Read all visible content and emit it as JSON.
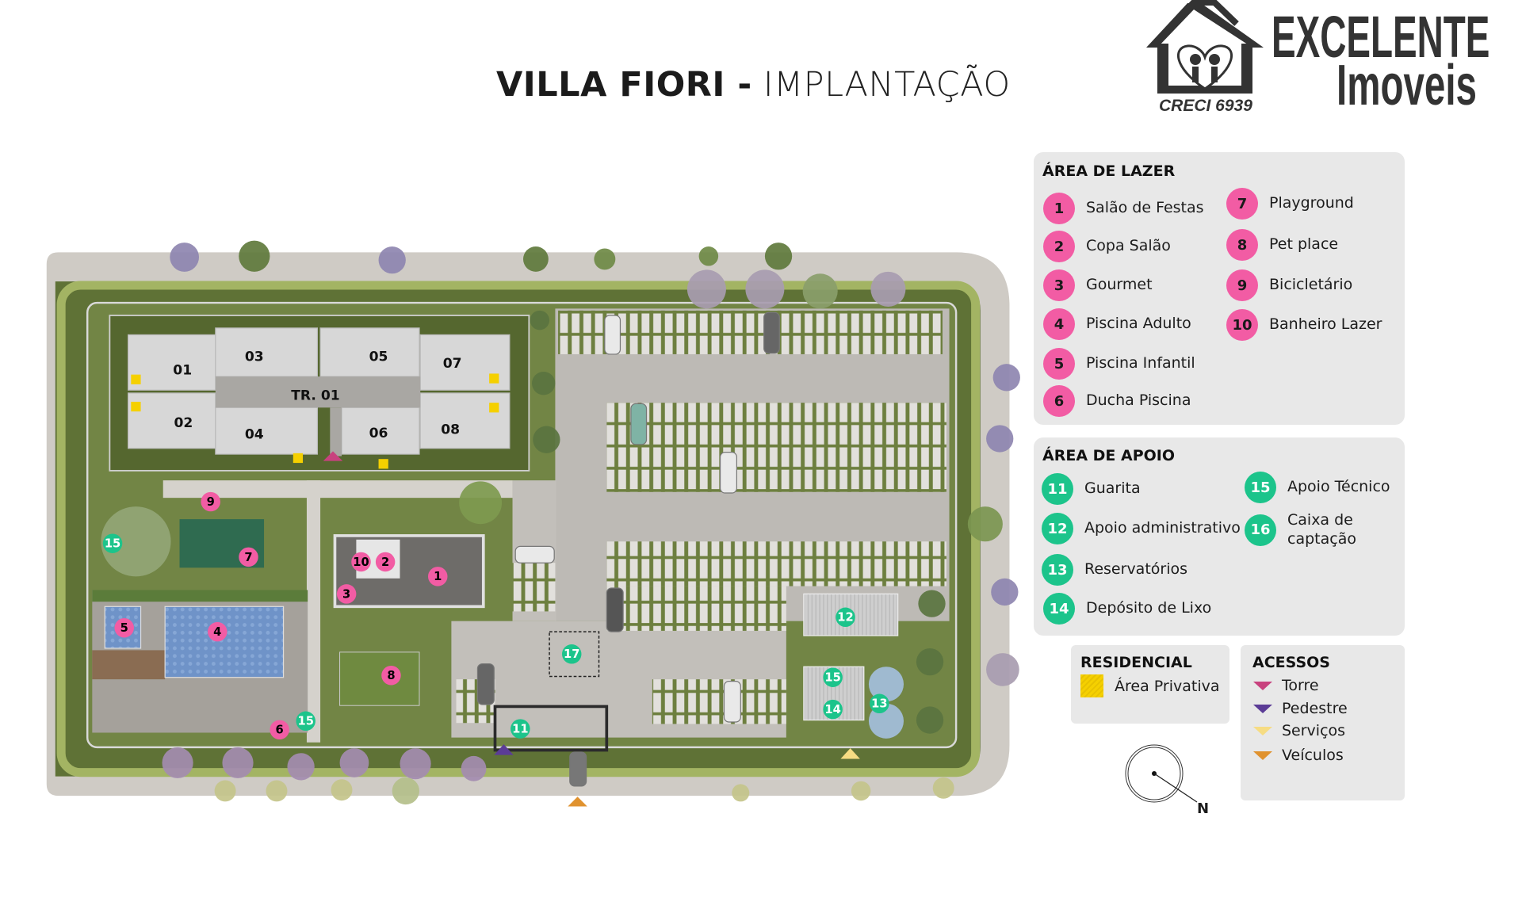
{
  "title": {
    "bold": "VILLA FIORI -",
    "light": "IMPLANTAÇÃO"
  },
  "logo": {
    "line1": "EXCELENTE",
    "line2": "Imoveis",
    "creci": "CRECI 6939"
  },
  "colors": {
    "lazer": "#f25ca4",
    "apoio": "#1cc48b",
    "legend_bg": "#e8e8e8",
    "torre": "#c8427e",
    "pedestre": "#5b3c96",
    "servicos": "#f6dc83",
    "veiculos": "#e0922e",
    "privativa": "#f5d000"
  },
  "legend_lazer": {
    "title": "ÁREA DE LAZER",
    "items": [
      {
        "n": "1",
        "label": "Salão de Festas"
      },
      {
        "n": "2",
        "label": "Copa Salão"
      },
      {
        "n": "3",
        "label": "Gourmet"
      },
      {
        "n": "4",
        "label": "Piscina Adulto"
      },
      {
        "n": "5",
        "label": "Piscina Infantil"
      },
      {
        "n": "6",
        "label": "Ducha Piscina"
      },
      {
        "n": "7",
        "label": "Playground"
      },
      {
        "n": "8",
        "label": "Pet place"
      },
      {
        "n": "9",
        "label": "Bicicletário"
      },
      {
        "n": "10",
        "label": "Banheiro Lazer"
      }
    ]
  },
  "legend_apoio": {
    "title": "ÁREA DE APOIO",
    "items": [
      {
        "n": "11",
        "label": "Guarita"
      },
      {
        "n": "12",
        "label": "Apoio administrativo"
      },
      {
        "n": "13",
        "label": "Reservatórios"
      },
      {
        "n": "14",
        "label": "Depósito de Lixo"
      },
      {
        "n": "15",
        "label": "Apoio Técnico"
      },
      {
        "n": "16",
        "label": "Caixa de captação"
      }
    ]
  },
  "legend_residencial": {
    "title": "RESIDENCIAL",
    "item": "Área Privativa"
  },
  "legend_acessos": {
    "title": "ACESSOS",
    "items": [
      "Torre",
      "Pedestre",
      "Serviços",
      "Veículos"
    ]
  },
  "compass": {
    "label": "N"
  },
  "map": {
    "tower": "TR. 01",
    "units": [
      "01",
      "02",
      "03",
      "04",
      "05",
      "06",
      "07",
      "08"
    ],
    "markers_lazer": [
      "1",
      "2",
      "3",
      "4",
      "5",
      "6",
      "7",
      "8",
      "9",
      "10"
    ],
    "markers_apoio": [
      "11",
      "12",
      "13",
      "14",
      "15",
      "15",
      "15",
      "17"
    ]
  }
}
